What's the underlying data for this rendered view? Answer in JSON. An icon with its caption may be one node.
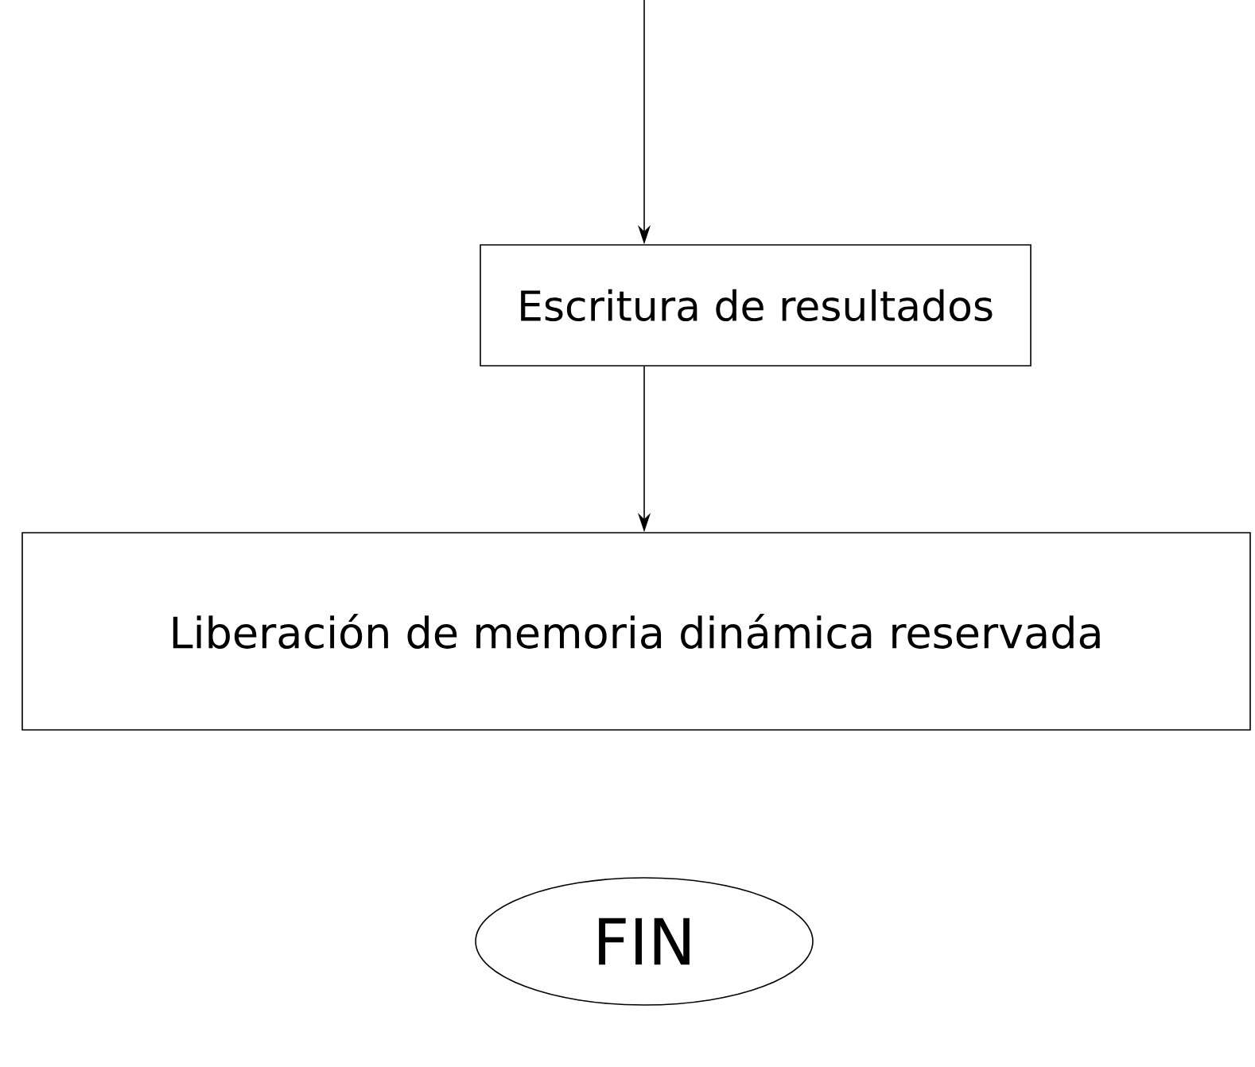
{
  "diagram": {
    "nodes": [
      {
        "text": [
          "Escritura de resultados"
        ]
      },
      {
        "text": [
          "Liberación de memoria dinámica reservada"
        ]
      },
      {
        "text": [
          "FIN"
        ]
      }
    ],
    "edges": [
      {
        "from": null,
        "to": 0,
        "arrow": "to"
      },
      {
        "from": 0,
        "to": 1,
        "arrow": "to"
      }
    ]
  }
}
